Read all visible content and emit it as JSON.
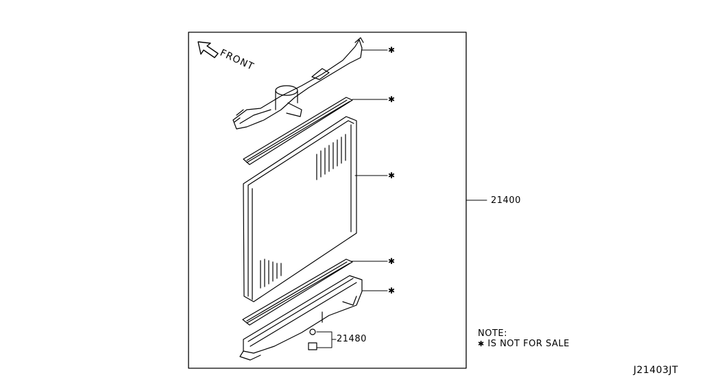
{
  "diagram": {
    "front_label": "FRONT",
    "asterisk": "✱",
    "parts": [
      {
        "part_no": "21400"
      },
      {
        "part_no": "21480"
      }
    ],
    "note": {
      "title": "NOTE:",
      "text": "IS NOT FOR SALE"
    },
    "diagram_code": "J21403JT"
  }
}
